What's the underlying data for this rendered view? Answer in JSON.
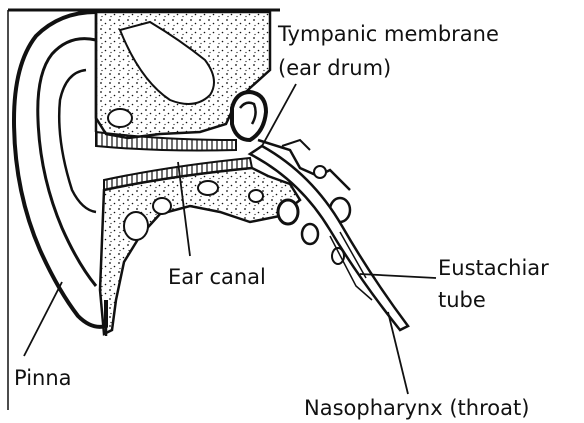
{
  "labels": {
    "tympanic_line1": "Tympanic membrane",
    "tympanic_line2": "(ear drum)",
    "ear_canal": "Ear canal",
    "eustachian_line1": "Eustachiar",
    "eustachian_line2": "tube",
    "pinna": "Pinna",
    "nasopharynx": "Nasopharynx (throat)"
  },
  "colors": {
    "ink": "#111111",
    "background": "#ffffff"
  }
}
